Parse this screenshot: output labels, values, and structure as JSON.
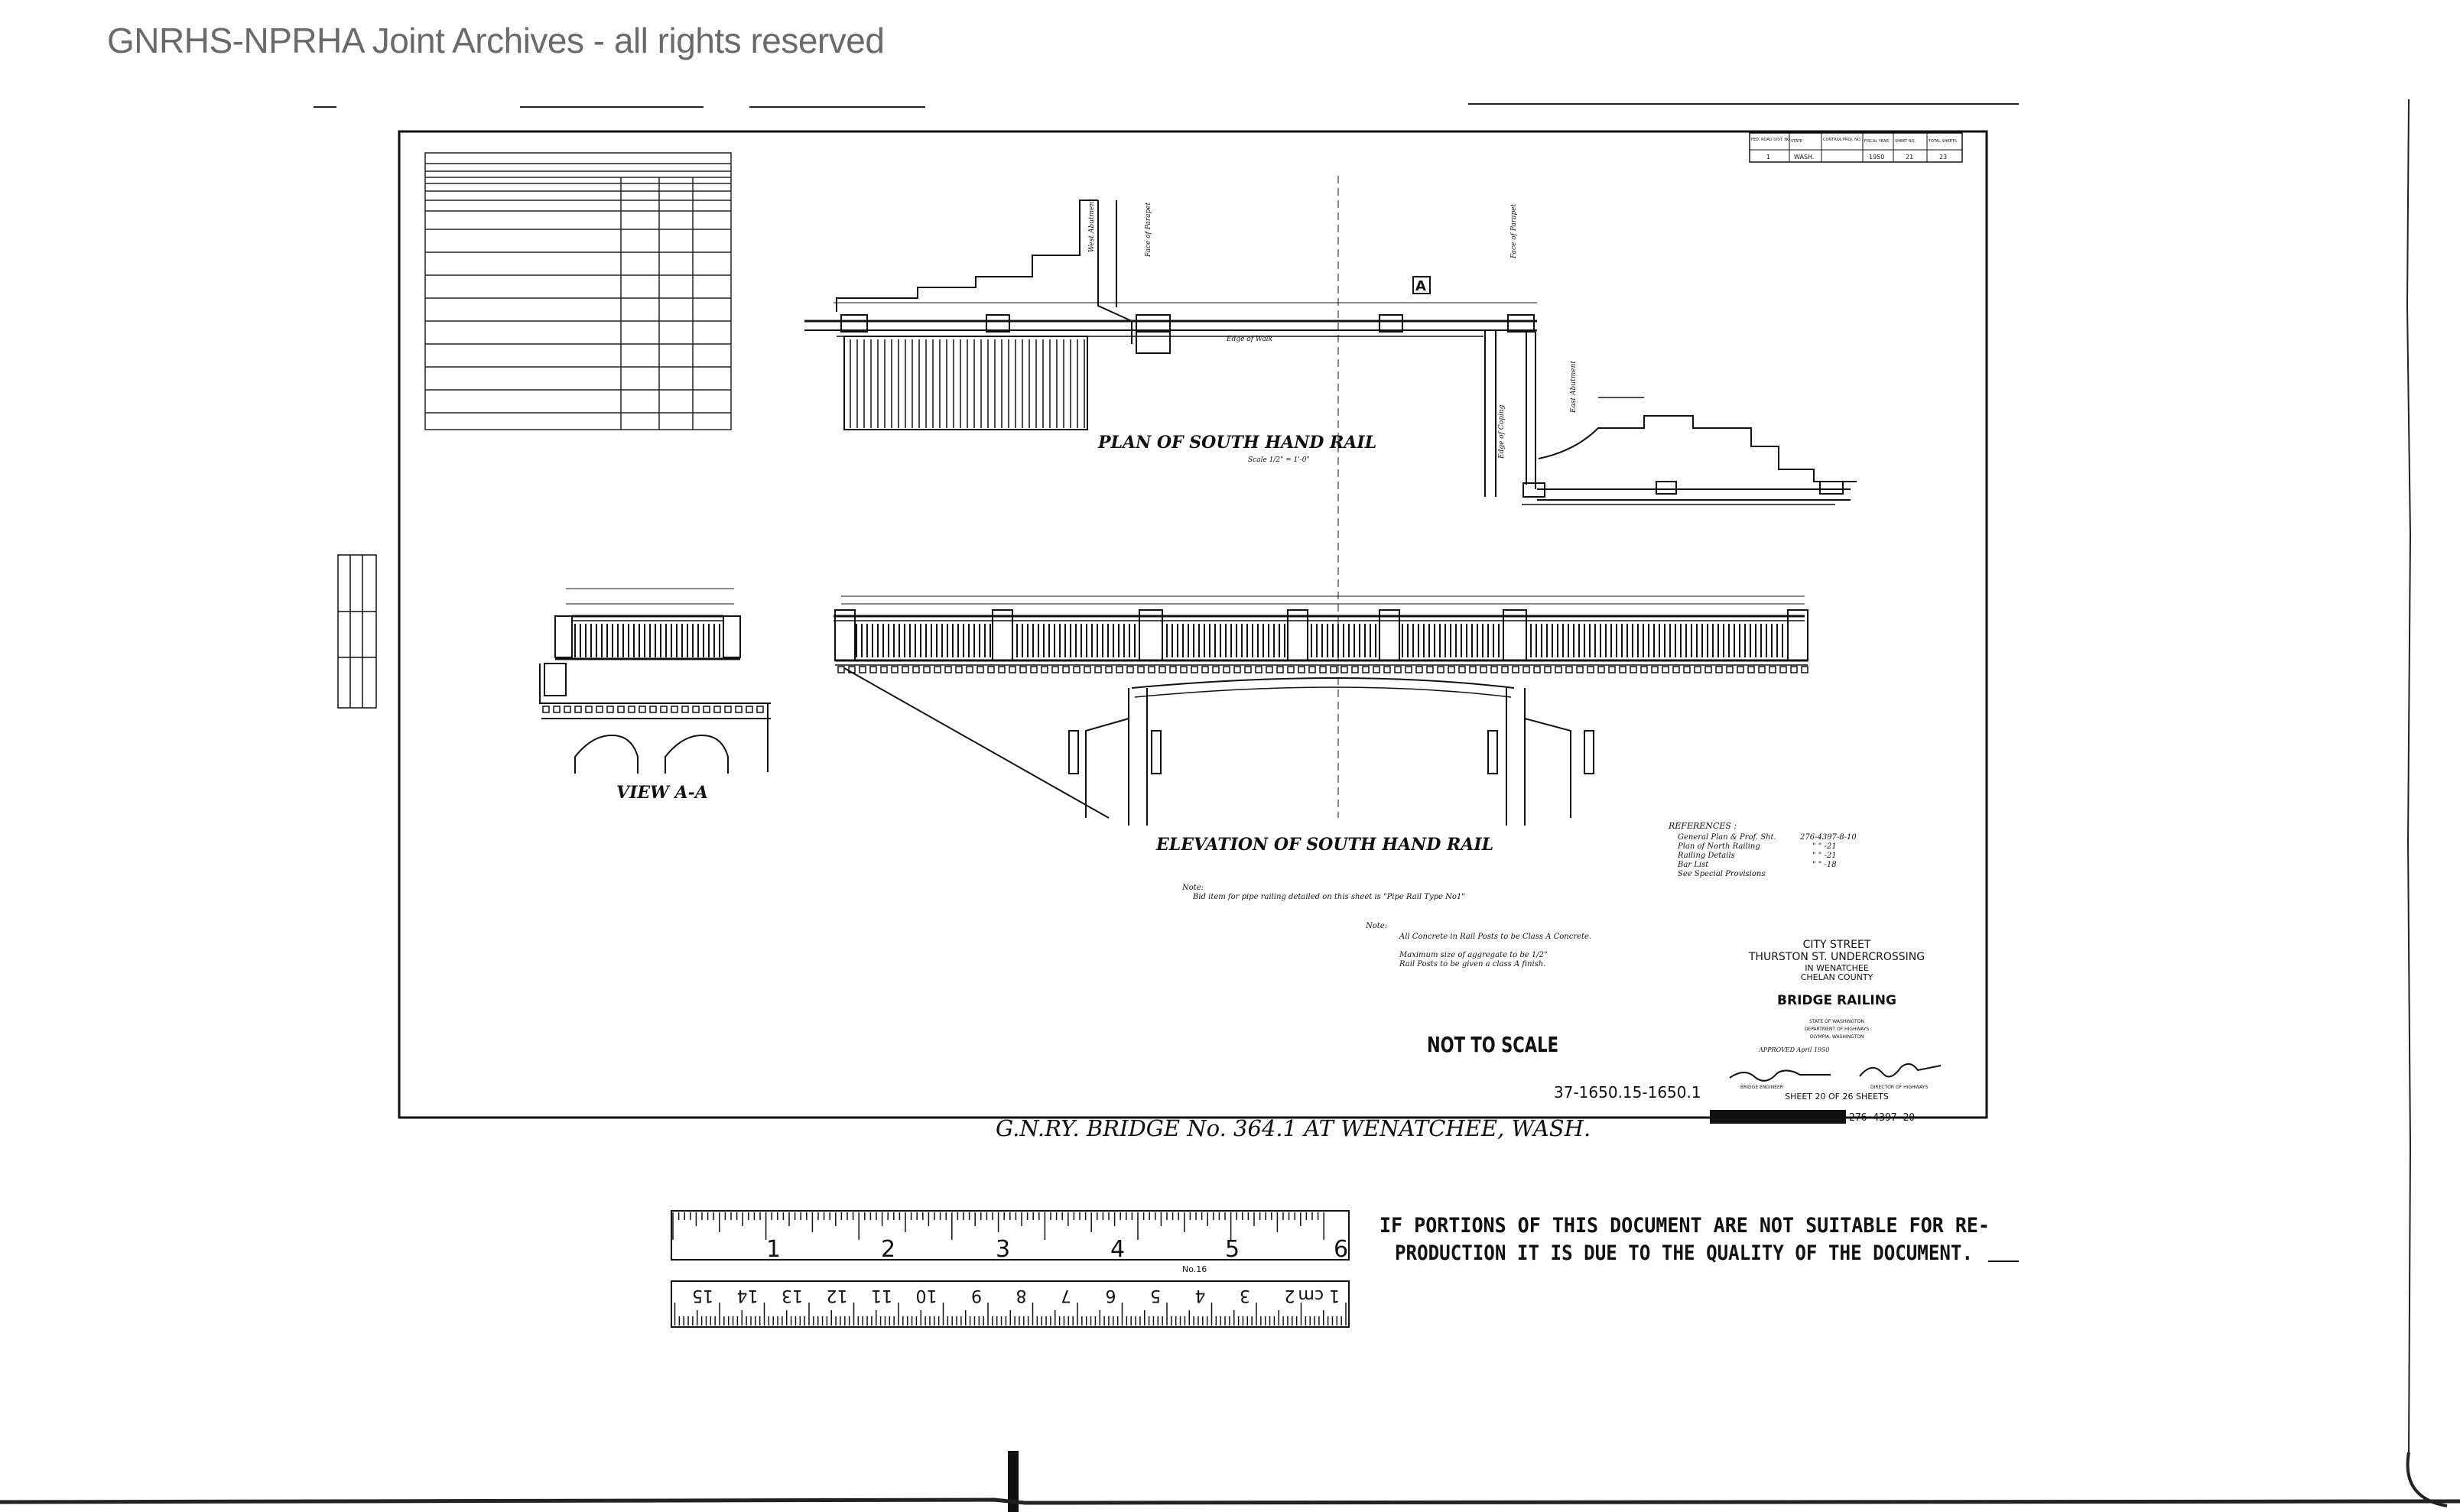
{
  "watermark": "GNRHS-NPRHA Joint Archives - all rights reserved",
  "title_box": {
    "headers": [
      "FED. ROAD DIST. NO.",
      "STATE",
      "CONTROL PROJ. NO.",
      "FISCAL YEAR",
      "SHEET NO.",
      "TOTAL SHEETS"
    ],
    "values": [
      "1",
      "WASH.",
      "",
      "1950",
      "21",
      "23"
    ]
  },
  "plan": {
    "title": "PLAN OF SOUTH HAND RAIL",
    "scale": "Scale 1/2\" = 1'-0\"",
    "section_marker": "A",
    "labels": [
      "West Abutment",
      "Face of Parapet",
      "Face of Parapet",
      "Edge of Walk",
      "East Abutment",
      "Edge of Coping"
    ]
  },
  "view_aa": {
    "title": "VIEW A-A"
  },
  "elevation": {
    "title": "ELEVATION OF SOUTH HAND RAIL"
  },
  "references": {
    "heading": "REFERENCES :",
    "rows": [
      {
        "item": "General Plan & Prof. Sht.",
        "ref": "276-4397-8-10"
      },
      {
        "item": "Plan of North Railing",
        "ref": "\" \" -21"
      },
      {
        "item": "Railing Details",
        "ref": "\" \" -21"
      },
      {
        "item": "Bar List",
        "ref": "\" \" -18"
      },
      {
        "item": "See Special Provisions",
        "ref": ""
      }
    ]
  },
  "notes": {
    "note1_label": "Note:",
    "note1": "Bid item for pipe railing detailed on this sheet is \"Pipe Rail Type No1\"",
    "note2_label": "Note:",
    "note2_a": "All Concrete in Rail Posts to be Class A Concrete.",
    "note2_b": "Maximum size of aggregate to be 1/2\"",
    "note2_c": "Rail Posts to be given a class A finish."
  },
  "title_block": {
    "line1": "CITY STREET",
    "line2": "THURSTON ST. UNDERCROSSING",
    "line3": "IN WENATCHEE",
    "line4": "CHELAN COUNTY",
    "main": "BRIDGE RAILING",
    "dept1": "STATE OF WASHINGTON",
    "dept2": "DEPARTMENT OF HIGHWAYS",
    "dept3": "OLYMPIA, WASHINGTON",
    "approved": "APPROVED April 1950",
    "sig_left": "BRIDGE ENGINEER",
    "sig_right": "DIRECTOR OF HIGHWAYS",
    "sheet": "SHEET 20 OF 26 SHEETS",
    "drawing_no": "276-4397-20"
  },
  "stamp_not_to_scale": "NOT TO SCALE",
  "ref_number": "37-1650.15-1650.1",
  "bridge_caption": "G.N.RY. BRIDGE No. 364.1 AT WENATCHEE, WASH.",
  "ruler_top": {
    "labels": [
      "1",
      "2",
      "3",
      "4",
      "5",
      "6"
    ],
    "model": "No.16"
  },
  "ruler_bottom": {
    "labels": [
      "1 cm",
      "2",
      "3",
      "4",
      "5",
      "6",
      "7",
      "8",
      "9",
      "10",
      "11",
      "12",
      "13",
      "14",
      "15"
    ]
  },
  "quality_notice": {
    "line1": "IF PORTIONS OF THIS DOCUMENT ARE NOT SUITABLE FOR RE-",
    "line2": "PRODUCTION IT IS DUE TO THE QUALITY OF THE DOCUMENT."
  }
}
